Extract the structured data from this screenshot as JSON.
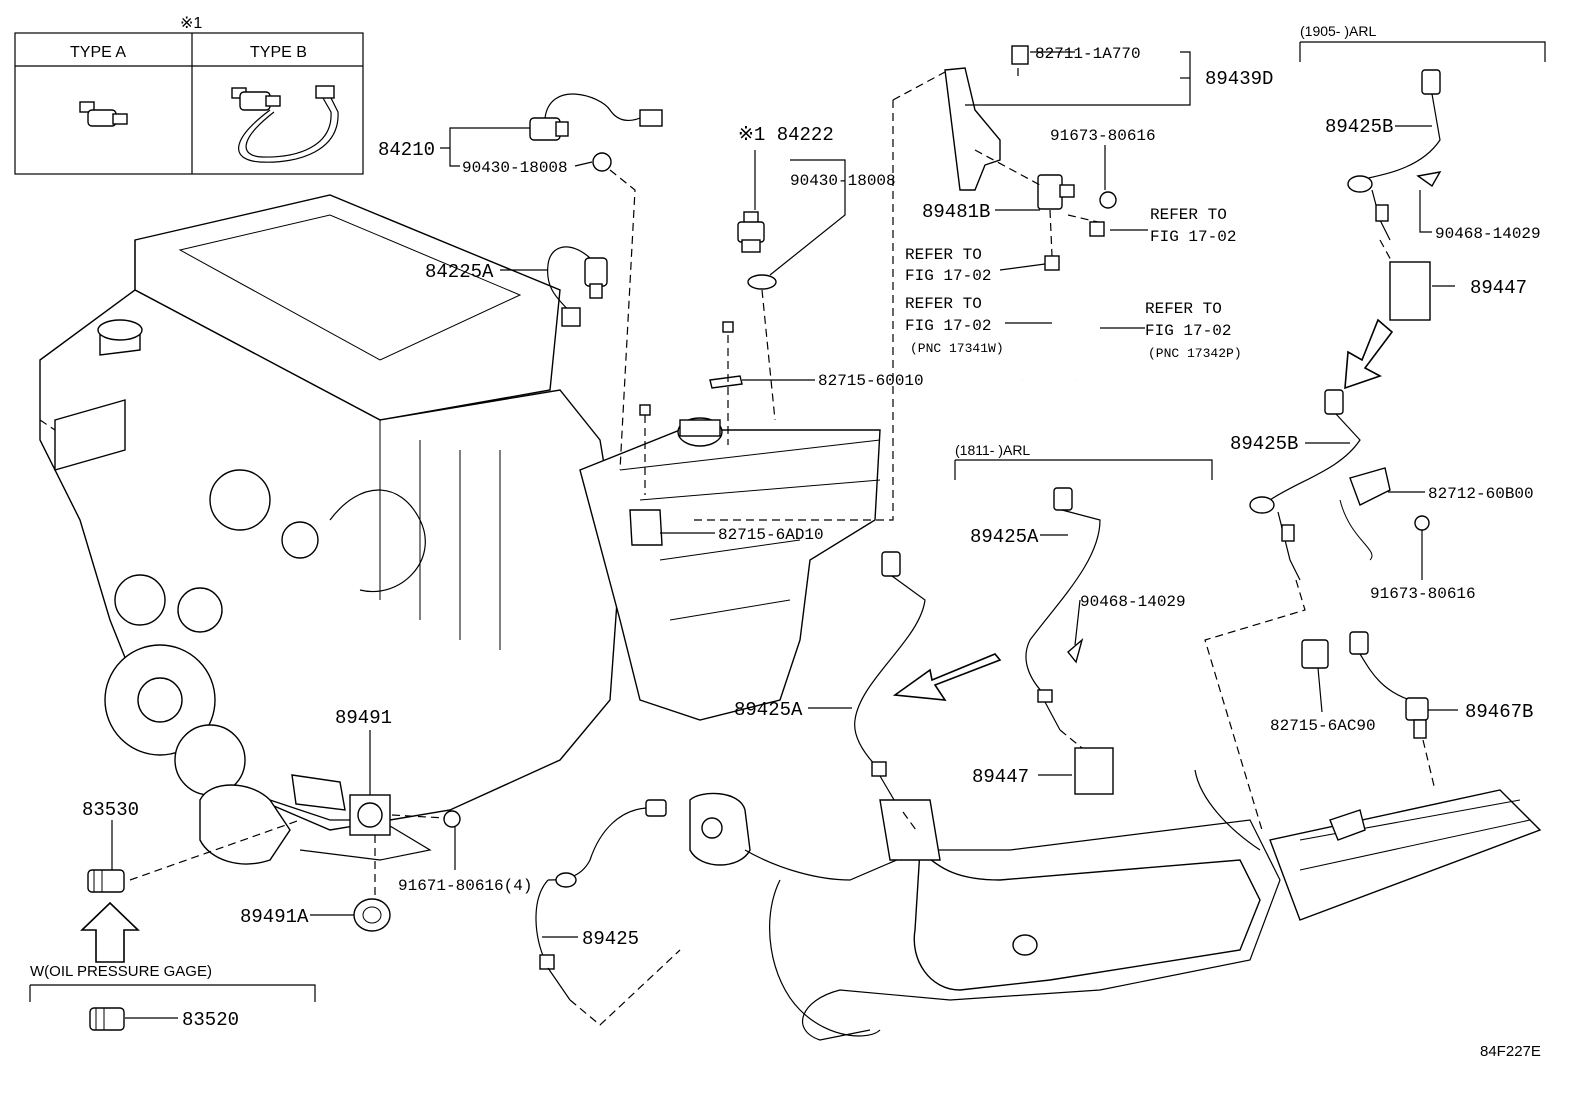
{
  "type_box": {
    "note": "※1",
    "type_a": "TYPE A",
    "type_b": "TYPE B"
  },
  "labels": {
    "p84210": "84210",
    "p90430_1": "90430-18008",
    "p84222": "※1 84222",
    "p90430_2": "90430-18008",
    "p84225A": "84225A",
    "p82715_60010": "82715-60010",
    "p82715_6AD10": "82715-6AD10",
    "p82711": "82711-1A770",
    "p89439D": "89439D",
    "p91673_a": "91673-80616",
    "p89481B": "89481B",
    "refer1_a": "REFER TO",
    "refer1_b": "FIG 17-02",
    "refer2_a": "REFER TO",
    "refer2_b": "FIG 17-02",
    "refer3_a": "REFER TO",
    "refer3_b": "FIG 17-02",
    "refer3_c": "(PNC 17341W)",
    "refer4_a": "REFER TO",
    "refer4_b": "FIG 17-02",
    "refer4_c": "(PNC 17342P)",
    "arl1905": "(1905-        )ARL",
    "p89425B_top": "89425B",
    "p90468_a": "90468-14029",
    "p89447_a": "89447",
    "p89425B_mid": "89425B",
    "p82712": "82712-60B00",
    "p91673_b": "91673-80616",
    "arl1811": "(1811-        )ARL",
    "p89425A_box": "89425A",
    "p90468_b": "90468-14029",
    "p89447_b": "89447",
    "p89425A_main": "89425A",
    "p82715_6AC90": "82715-6AC90",
    "p89467B": "89467B",
    "p89491": "89491",
    "p83530": "83530",
    "p91671": "91671-80616(4)",
    "p89491A": "89491A",
    "p89425": "89425",
    "oil_gage": "W(OIL PRESSURE GAGE)",
    "p83520": "83520",
    "fig_code": "84F227E"
  }
}
